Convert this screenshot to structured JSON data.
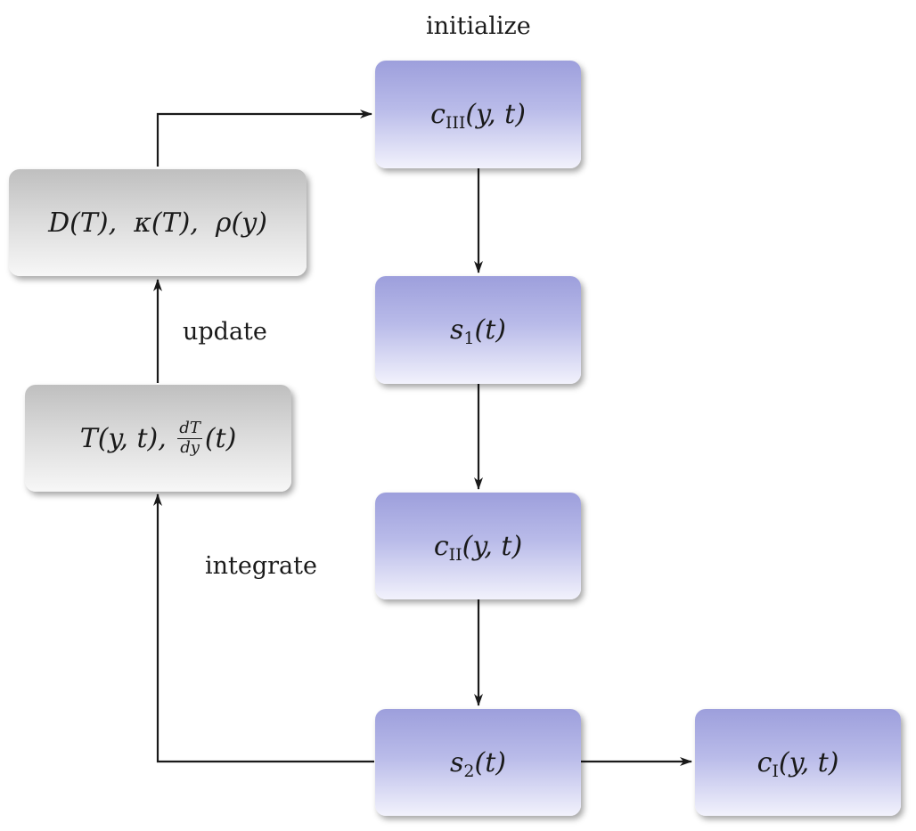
{
  "labels": {
    "initialize": "initialize",
    "update": "update",
    "integrate": "integrate"
  },
  "nodes": {
    "c3": {
      "sym": "c",
      "sub": "III",
      "args": "(y, t)"
    },
    "s1": {
      "sym": "s",
      "sub": "1",
      "args": "(t)"
    },
    "c2": {
      "sym": "c",
      "sub": "II",
      "args": "(y, t)"
    },
    "s2": {
      "sym": "s",
      "sub": "2",
      "args": "(t)"
    },
    "c1": {
      "sym": "c",
      "sub": "I",
      "args": "(y, t)"
    },
    "props": {
      "d": "D(T),",
      "kappa": "κ(T),",
      "rho": "ρ(y)"
    },
    "temp": {
      "t": "T(y, t),",
      "frac_num": "dT",
      "frac_den": "dy",
      "tail": "(t)"
    }
  },
  "colors": {
    "blue_top": "#9d9fdc",
    "blue_bottom": "#f2f2fc",
    "gray_top": "#bfbfbf",
    "gray_bottom": "#f7f7f7",
    "arrow": "#1a1a1a"
  }
}
